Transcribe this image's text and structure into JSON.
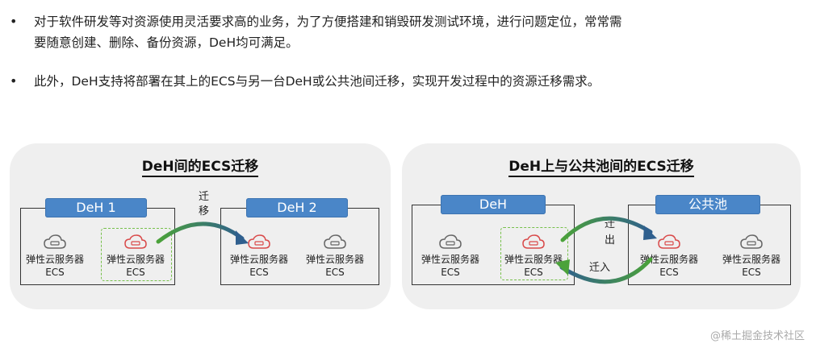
{
  "bullets": [
    {
      "line1": "对于软件研发等对资源使用灵活要求高的业务，为了方便搭建和销毁研发测试环境，进行问题定位，常常需",
      "line2": "要随意创建、删除、备份资源，DeH均可满足。"
    },
    {
      "line1": "此外，DeH支持将部署在其上的ECS与另一台DeH或公共池间迁移，实现开发过程中的资源迁移需求。"
    }
  ],
  "bullet_symbol": "•",
  "left_panel": {
    "title": "DeH间的ECS迁移",
    "host1_label": "DeH 1",
    "host2_label": "DeH 2",
    "migrate_label_1": "迁",
    "migrate_label_2": "移",
    "ecs_name": "弹性云服务器",
    "ecs_sub": "ECS"
  },
  "right_panel": {
    "title": "DeH上与公共池间的ECS迁移",
    "host1_label": "DeH",
    "host2_label": "公共池",
    "out_label_1": "迁",
    "out_label_2": "出",
    "in_label": "迁入",
    "ecs_name": "弹性云服务器",
    "ecs_sub": "ECS"
  },
  "watermark": "@稀土掘金技术社区",
  "colors": {
    "tag_blue": "#4a86c8",
    "dash_green": "#77c04b",
    "arrow_green": "#4ba23a",
    "arrow_blue": "#2f5f8e",
    "cloud_red": "#d94a4a",
    "cloud_gray": "#666666"
  }
}
